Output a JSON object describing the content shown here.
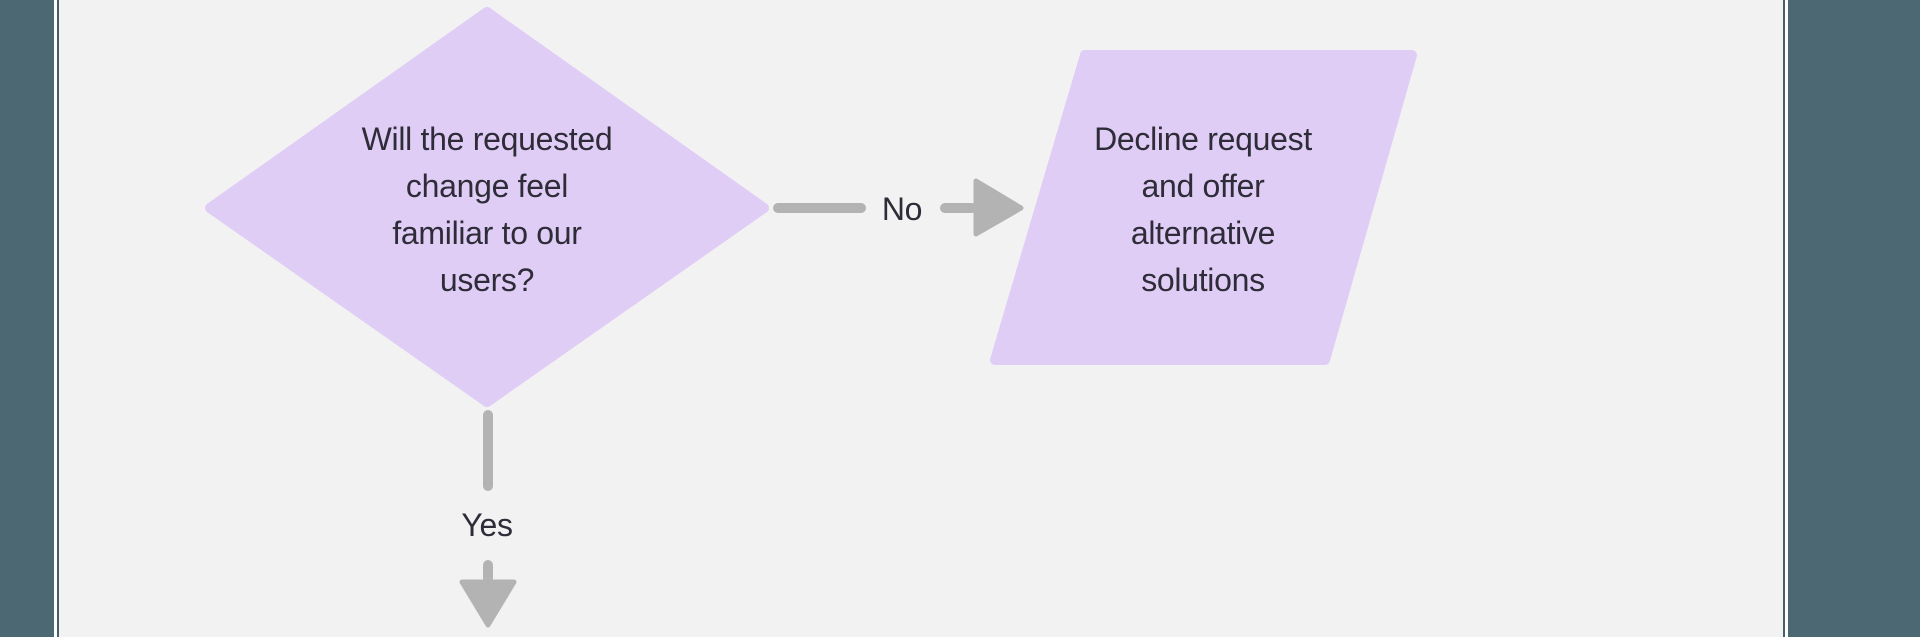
{
  "colors": {
    "workspace_bg": "#4C6872",
    "page_bg": "#F2F2F2",
    "page_border": "#44606A",
    "frame_gap": "#FFFFFF",
    "node_fill": "#E0CDF6",
    "node_text": "#2E2C38",
    "connector": "#B3B3B3"
  },
  "flowchart": {
    "decision": {
      "lines": [
        "Will the requested",
        "change feel",
        "familiar to our",
        "users?"
      ]
    },
    "no_branch": {
      "label": "No",
      "target": {
        "lines": [
          "Decline request",
          "and offer",
          "alternative",
          "solutions"
        ]
      }
    },
    "yes_branch": {
      "label": "Yes"
    }
  }
}
